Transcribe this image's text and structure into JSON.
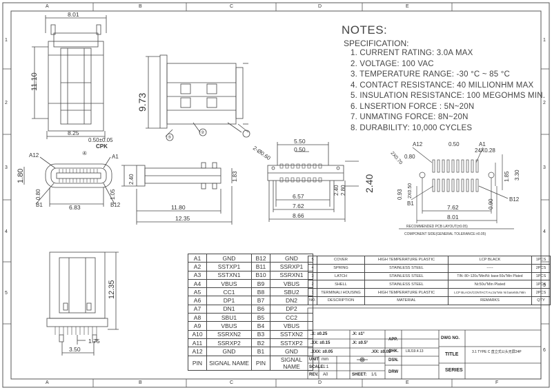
{
  "frame": {
    "cols_top": [
      "A",
      "B",
      "C",
      "D",
      "E"
    ],
    "cols_bottom": [
      "A",
      "B",
      "C",
      "D",
      "E",
      "F"
    ],
    "rows": [
      "1",
      "2",
      "3",
      "4",
      "5",
      "6"
    ]
  },
  "notes": {
    "title": "NOTES:",
    "spec_title": "SPECIFICATION:",
    "items": [
      "1. CURRENT RATING: 3.0A MAX",
      "2. VOLTAGE: 100 VAC",
      "3. TEMPERATURE RANGE: -30 °C ~ 85 °C",
      "4. CONTACT RESISTANCE: 40 MILLIONHM MAX",
      "5. INSULATION RESISTANCE: 100 MEGOHMS MIN.",
      "6. LNSERTION FORCE : 5N~20N",
      "7. UNMATING FORCE: 8N~20N",
      "8. DURABILITY:  10,000 CYCLES"
    ]
  },
  "dims": {
    "top_width": "8.01",
    "top_height": "11.10",
    "top_base": "8.25",
    "side_height": "9.73",
    "callout_2": "②",
    "callout_4": "④",
    "callout_5": "⑤",
    "face_pitch": "0.50±0.05",
    "face_cpk": "CPK",
    "face_a12": "A12",
    "face_a1": "A1",
    "face_b1": "B1",
    "face_b12": "B12",
    "face_h": "1.80",
    "face_080": "0.80",
    "face_105": "1.05",
    "face_683": "6.83",
    "side2_240": "2.40",
    "side2_183": "1.83",
    "side2_1180": "11.80",
    "side2_1235": "12.35",
    "fr_550": "5.50",
    "fr_050": "0.50",
    "fr_phi": "2-Ø0.60",
    "fr_240a": "2.40",
    "fr_280": "2.80",
    "fr_240b": "2.40",
    "fr_657": "6.57",
    "fr_762": "7.62",
    "fr_866": "8.66",
    "pcb_a12": "A12",
    "pcb_050": "0.50",
    "pcb_a1": "A1",
    "pcb_24x028": "24X0.28",
    "pcb_2x070": "2X0.70",
    "pcb_080": "0.80",
    "pcb_185": "1.85",
    "pcb_330": "3.30",
    "pcb_093": "0.93",
    "pcb_2x050": "2X0.50",
    "pcb_b1": "B1",
    "pcb_b12": "B12",
    "pcb_090": "0.90",
    "pcb_762": "7.62",
    "pcb_801": "8.01",
    "pcb_note1": "RECOMMENDED PCB LAYOUT(±0.05)",
    "pcb_note2": "COMPONENT SIDE(GENERAL TOLERANCE:±0.05)",
    "bot_1235": "12.35",
    "bot_175": "1.75",
    "bot_350": "3.50"
  },
  "pin_table": {
    "rows": [
      [
        "A1",
        "GND",
        "B12",
        "GND"
      ],
      [
        "A2",
        "SSTXP1",
        "B11",
        "SSRXP1"
      ],
      [
        "A3",
        "SSTXN1",
        "B10",
        "SSRXN1"
      ],
      [
        "A4",
        "VBUS",
        "B9",
        "VBUS"
      ],
      [
        "A5",
        "CC1",
        "B8",
        "SBU2"
      ],
      [
        "A6",
        "DP1",
        "B7",
        "DN2"
      ],
      [
        "A7",
        "DN1",
        "B6",
        "DP2"
      ],
      [
        "A8",
        "SBU1",
        "B5",
        "CC2"
      ],
      [
        "A9",
        "VBUS",
        "B4",
        "VBUS"
      ],
      [
        "A10",
        "SSRXN2",
        "B3",
        "SSTXN2"
      ],
      [
        "A11",
        "SSRXP2",
        "B2",
        "SSTXP2"
      ],
      [
        "A12",
        "GND",
        "B1",
        "GND"
      ]
    ],
    "header": [
      "PIN",
      "SIGNAL NAME",
      "PIN",
      "SIGNAL NAME"
    ]
  },
  "bom": {
    "rows": [
      [
        "5",
        "COVER",
        "HIGH TEMPERATURE PLASTIC",
        "LCP BLACK",
        "1PCS"
      ],
      [
        "4",
        "SPRING",
        "STAINLESS STEEL",
        "-----",
        "2PCS"
      ],
      [
        "3",
        "LATCH",
        "STAINLESS STEEL",
        "TIN: 80~120u\"Min/Ni: base:50u\"Min Plated",
        "1PCS"
      ],
      [
        "2",
        "SHELL",
        "STAINLESS STEEL",
        "Ni:50u\"Min Plated",
        "1PCS"
      ],
      [
        "1",
        "TERMINALI HOUSING",
        "HIGH TEMPERATURE PLASTIC",
        "LCP BLACK/CONTACT:Au:3u\"Min Ni base50u\"Min",
        "2PCS"
      ]
    ],
    "header": [
      "NO.",
      "DESCRIPTION",
      "MATERIAL",
      "REMARKS",
      "QTY"
    ]
  },
  "title_block": {
    "tol_x": ".X: ±0.25",
    "tol_xx": ".XX: ±0.15",
    "tol_xxx": ".XXX: ±0.05",
    "ang_x": ".X: ±1°",
    "ang_xx": ".X: ±0.5°",
    "ang_xxx": ".XX: ±0.02°",
    "unit_label": "UNIT",
    "unit_value": "mm",
    "scale_label": "SCALE",
    "scale_value": "1:1",
    "rev_label": "REV.",
    "rev_value": "A0",
    "sheet_label": "SHEET:",
    "sheet_value": "1/1",
    "app_label": "APP.",
    "chk_label": "CHK.",
    "chk_date": "LRJ19.4.13",
    "dsn_label": "DSN.",
    "drw_label": "DRW",
    "dwg_label": "DWG NO.",
    "title_label": "TITLE",
    "title_value": "3.1 TYPE C 直立式公头无屏24P",
    "series_label": "SERIES"
  }
}
